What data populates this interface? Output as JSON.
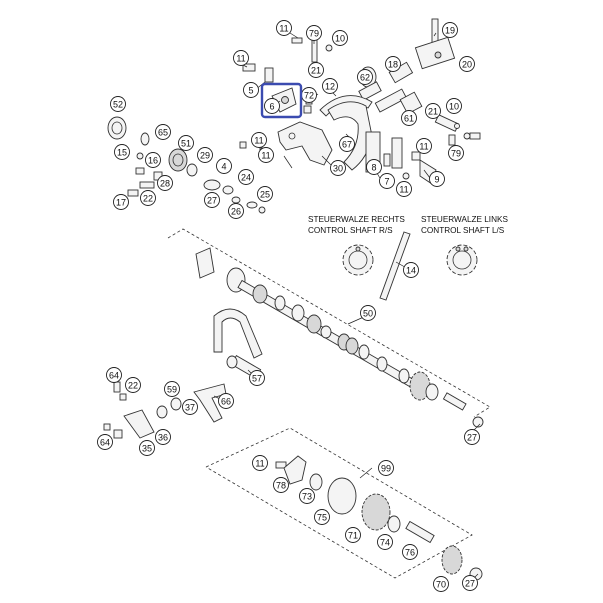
{
  "captions": {
    "right_de": "STEUERWALZE RECHTS",
    "right_en": "CONTROL SHAFT R/S",
    "left_de": "STEUERWALZE LINKS",
    "left_en": "CONTROL SHAFT L/S"
  },
  "callouts": [
    "11",
    "79",
    "10",
    "19",
    "11",
    "18",
    "20",
    "21",
    "5",
    "62",
    "6",
    "72",
    "12",
    "52",
    "65",
    "61",
    "21",
    "10",
    "67",
    "51",
    "15",
    "11",
    "79",
    "11",
    "29",
    "4",
    "16",
    "30",
    "8",
    "11",
    "7",
    "28",
    "24",
    "9",
    "17",
    "22",
    "27",
    "11",
    "26",
    "25",
    "14",
    "50",
    "64",
    "22",
    "57",
    "59",
    "66",
    "37",
    "27",
    "64",
    "36",
    "35",
    "99",
    "11",
    "78",
    "73",
    "75",
    "71",
    "74",
    "76",
    "70",
    "27"
  ],
  "highlight": {
    "callout": "6",
    "color": "#3b4bb0"
  }
}
